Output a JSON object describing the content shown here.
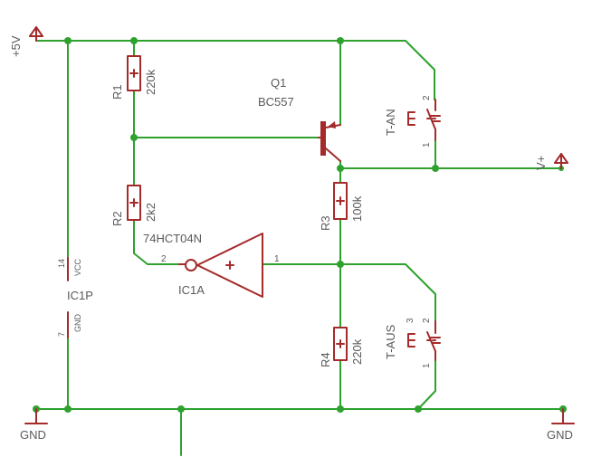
{
  "supply": {
    "vcc_label": "+5V",
    "vout_label": "V+",
    "gnd_left": "GND",
    "gnd_right": "GND"
  },
  "r1": {
    "name": "R1",
    "value": "220k"
  },
  "r2": {
    "name": "R2",
    "value": "2k2"
  },
  "r3": {
    "name": "R3",
    "value": "100k"
  },
  "r4": {
    "name": "R4",
    "value": "220k"
  },
  "q1": {
    "name": "Q1",
    "value": "BC557"
  },
  "ic1a": {
    "name": "IC1A",
    "value": "74HCT04N",
    "pin_in": "2",
    "pin_out": "1"
  },
  "ic1p": {
    "name": "IC1P",
    "pin_vcc": "14",
    "vcc_label": "VCC",
    "pin_gnd": "7",
    "gnd_label": "GND"
  },
  "t_an": {
    "name": "T-AN",
    "pin_top": "2",
    "pin_bottom": "1"
  },
  "t_aus": {
    "name": "T-AUS",
    "pin_left": "3",
    "pin_right": "2",
    "pin_bottom": "1"
  }
}
